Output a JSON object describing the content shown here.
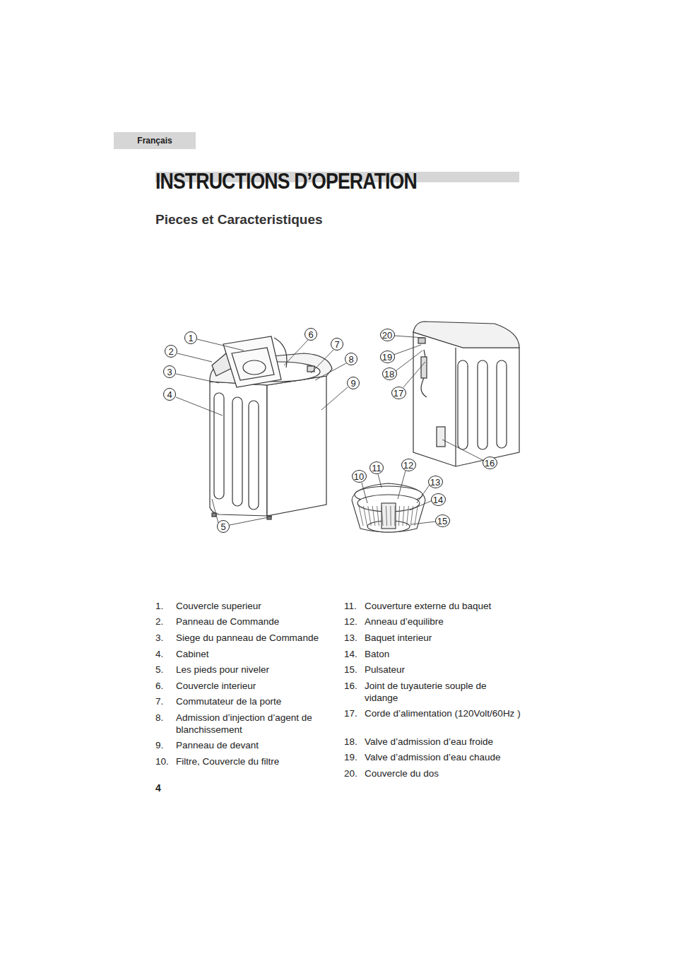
{
  "diagram": {
    "title": "INSTRUCTIONS D’OPERATION",
    "nodes": [
      {
        "text": [
          "Français"
        ]
      },
      {
        "text": [
          "1"
        ]
      },
      {
        "text": [
          "6"
        ]
      },
      {
        "text": [
          "20"
        ]
      },
      {
        "text": [
          "7"
        ]
      },
      {
        "text": [
          "2"
        ]
      },
      {
        "text": [
          "19"
        ]
      },
      {
        "text": [
          "8"
        ]
      },
      {
        "text": [
          "3"
        ]
      },
      {
        "text": [
          "18"
        ]
      },
      {
        "text": [
          "9"
        ]
      },
      {
        "text": [
          "17"
        ]
      },
      {
        "text": [
          "4"
        ]
      },
      {
        "text": [
          "16"
        ]
      },
      {
        "text": [
          "12"
        ]
      },
      {
        "text": [
          "11"
        ]
      },
      {
        "text": [
          "10"
        ]
      },
      {
        "text": [
          "13"
        ]
      },
      {
        "text": [
          "14"
        ]
      },
      {
        "text": [
          "15"
        ]
      },
      {
        "text": [
          "5"
        ]
      }
    ],
    "labels": [
      "Pieces et Caracteristiques",
      "1.",
      "Couvercle superieur",
      "2.",
      "Panneau de Commande",
      "3.",
      "Siege du panneau de Commande",
      "4.",
      "Cabinet",
      "5.",
      "Les pieds pour niveler",
      "6.",
      "Couvercle interieur",
      "7.",
      "Commutateur de la porte",
      "8.",
      "Admission d’injection d’agent de blanchissement",
      "9.",
      "Panneau de devant",
      "10.",
      "Filtre, Couvercle du filtre",
      "11.",
      "Couverture externe du baquet",
      "12.",
      "Anneau d’equilibre",
      "13.",
      "Baquet interieur",
      "14.",
      "Baton",
      "15.",
      "Pulsateur",
      "16.",
      "Joint de tuyauterie souple de vidange",
      "17.",
      "Corde d’alimentation (120Volt/60Hz )",
      "18.",
      "Valve d’admission d’eau froide",
      "19.",
      "Valve d’admission d’eau chaude",
      "20.",
      "Couvercle du dos",
      "4"
    ]
  }
}
